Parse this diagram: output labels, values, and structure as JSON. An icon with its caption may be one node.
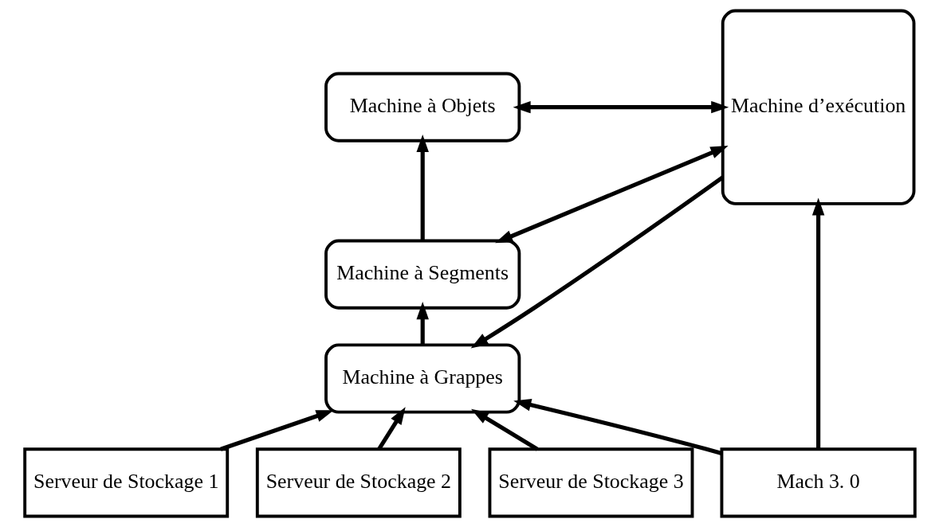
{
  "diagram": {
    "nodes": [
      {
        "text": [
          "Machine à Objets"
        ]
      },
      {
        "text": [
          "Machine à Segments"
        ]
      },
      {
        "text": [
          "Machine à Grappes"
        ]
      },
      {
        "text": [
          "Machine d’exécution"
        ]
      },
      {
        "text": [
          "Serveur de Stockage 1"
        ]
      },
      {
        "text": [
          "Serveur de Stockage 2"
        ]
      },
      {
        "text": [
          "Serveur de Stockage 3"
        ]
      },
      {
        "text": [
          "Mach 3. 0"
        ]
      }
    ],
    "edges": [
      {
        "from": 1,
        "to": 0,
        "arrow": "to"
      },
      {
        "from": 2,
        "to": 1,
        "arrow": "to"
      },
      {
        "from": 0,
        "to": 3,
        "arrow": "both"
      },
      {
        "from": 1,
        "to": 3,
        "arrow": "both"
      },
      {
        "from": 3,
        "to": 2,
        "arrow": "to"
      },
      {
        "from": 4,
        "to": 2,
        "arrow": "to"
      },
      {
        "from": 5,
        "to": 2,
        "arrow": "to"
      },
      {
        "from": 6,
        "to": 2,
        "arrow": "to"
      },
      {
        "from": 7,
        "to": 2,
        "arrow": "to"
      },
      {
        "from": 7,
        "to": 3,
        "arrow": "to"
      }
    ]
  }
}
